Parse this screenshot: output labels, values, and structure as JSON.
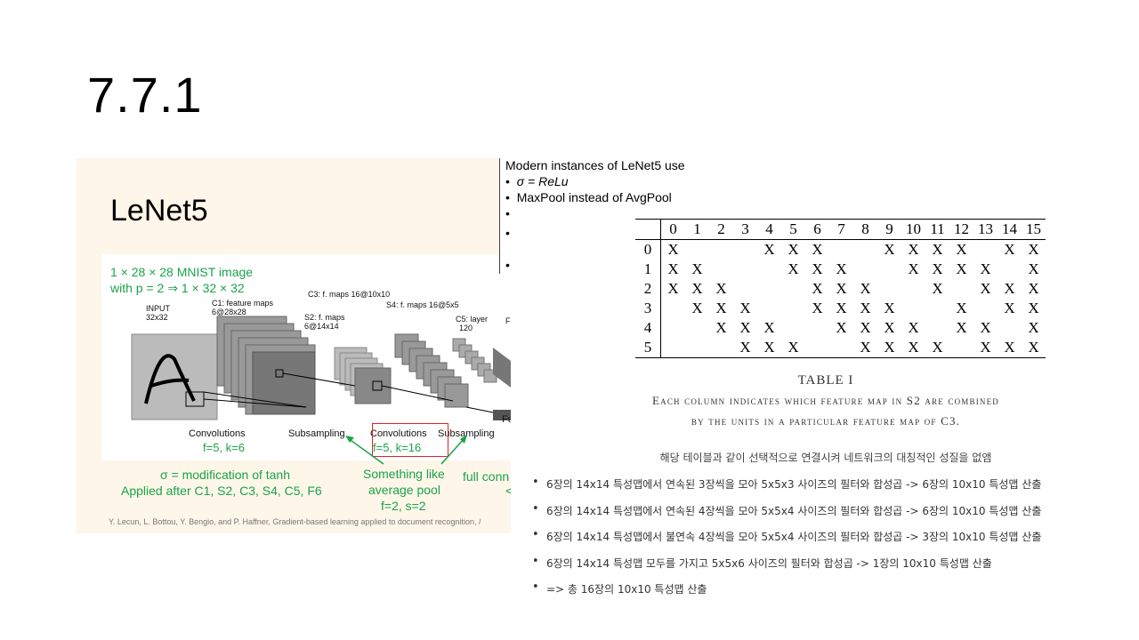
{
  "slide": {
    "title": "7.7.1"
  },
  "lenet": {
    "title": "LeNet5",
    "input_note": [
      "1 × 28 × 28 MNIST image",
      "with p = 2 ⇒ 1 × 32 × 32"
    ],
    "layers": {
      "input": [
        "INPUT",
        "32x32"
      ],
      "c1": [
        "C1: feature maps",
        "6@28x28"
      ],
      "s2": [
        "S2: f. maps",
        "6@14x14"
      ],
      "c3": "C3: f. maps 16@10x10",
      "s4": "S4: f. maps 16@5x5",
      "c5": [
        "C5: layer",
        "120"
      ],
      "f6_partial": "F",
      "full_partial": "Fu"
    },
    "op_labels": {
      "conv1": "Convolutions",
      "sub1": "Subsampling",
      "conv2": "Convolutions",
      "sub2": "Subsampling"
    },
    "green_labels": {
      "conv1_params": "f=5, k=6",
      "conv2_params": "f=5, k=16"
    },
    "sigma_note": [
      "σ = modification of tanh",
      "Applied after C1, S2, C3, S4, C5,  F6"
    ],
    "pool_note": [
      "Something like",
      "average pool",
      "f=2, s=2"
    ],
    "full_conn_partial": "full conn",
    "arrow_partial": "<",
    "citation": "Y. Lecun, L. Bottou, Y. Bengio, and P. Haffner, Gradient-based learning applied to document recognition, /"
  },
  "modern": {
    "heading": "Modern instances of LeNet5 use",
    "items": [
      "σ = ReLu",
      "MaxPool instead of AvgPool"
    ]
  },
  "table": {
    "columns": [
      "0",
      "1",
      "2",
      "3",
      "4",
      "5",
      "6",
      "7",
      "8",
      "9",
      "10",
      "11",
      "12",
      "13",
      "14",
      "15"
    ],
    "rows": [
      {
        "label": "0",
        "cells": [
          "X",
          "",
          "",
          "",
          "X",
          "X",
          "X",
          "",
          "",
          "X",
          "X",
          "X",
          "X",
          "",
          "X",
          "X"
        ]
      },
      {
        "label": "1",
        "cells": [
          "X",
          "X",
          "",
          "",
          "",
          "X",
          "X",
          "X",
          "",
          "",
          "X",
          "X",
          "X",
          "X",
          "",
          "X"
        ]
      },
      {
        "label": "2",
        "cells": [
          "X",
          "X",
          "X",
          "",
          "",
          "",
          "X",
          "X",
          "X",
          "",
          "",
          "X",
          "",
          "X",
          "X",
          "X"
        ]
      },
      {
        "label": "3",
        "cells": [
          "",
          "X",
          "X",
          "X",
          "",
          "",
          "X",
          "X",
          "X",
          "X",
          "",
          "",
          "X",
          "",
          "X",
          "X"
        ]
      },
      {
        "label": "4",
        "cells": [
          "",
          "",
          "X",
          "X",
          "X",
          "",
          "",
          "X",
          "X",
          "X",
          "X",
          "",
          "X",
          "X",
          "",
          "X"
        ]
      },
      {
        "label": "5",
        "cells": [
          "",
          "",
          "",
          "X",
          "X",
          "X",
          "",
          "",
          "X",
          "X",
          "X",
          "X",
          "",
          "X",
          "X",
          "X"
        ]
      }
    ],
    "caption_title": "TABLE I",
    "caption_line1": "Each column indicates which feature map in S2 are combined",
    "caption_line2": "by the units in a particular feature map of C3."
  },
  "korean_note": "해당 테이블과 같이 선택적으로 연결시켜 네트워크의 대칭적인 성질을 없앰",
  "bullets": [
    "6장의 14x14 특성맵에서 연속된 3장씩을 모아 5x5x3 사이즈의 필터와 합성곱 -> 6장의 10x10 특성맵 산출",
    "6장의 14x14 특성맵에서 연속된 4장씩을 모아 5x5x4 사이즈의 필터와 합성곱 -> 6장의 10x10 특성맵 산출",
    "6장의 14x14 특성맵에서 불연속 4장씩을 모아 5x5x4 사이즈의 필터와 합성곱 -> 3장의 10x10 특성맵 산출",
    "6장의 14x14 특성맵 모두를 가지고 5x5x6 사이즈의 필터와 합성곱 -> 1장의 10x10 특성맵 산출",
    "=> 총 16장의 10x10 특성맵 산출"
  ],
  "colors": {
    "green": "#1aa34a",
    "highlight_box": "#dd2222",
    "panel_bg": "#fdf6e9"
  }
}
